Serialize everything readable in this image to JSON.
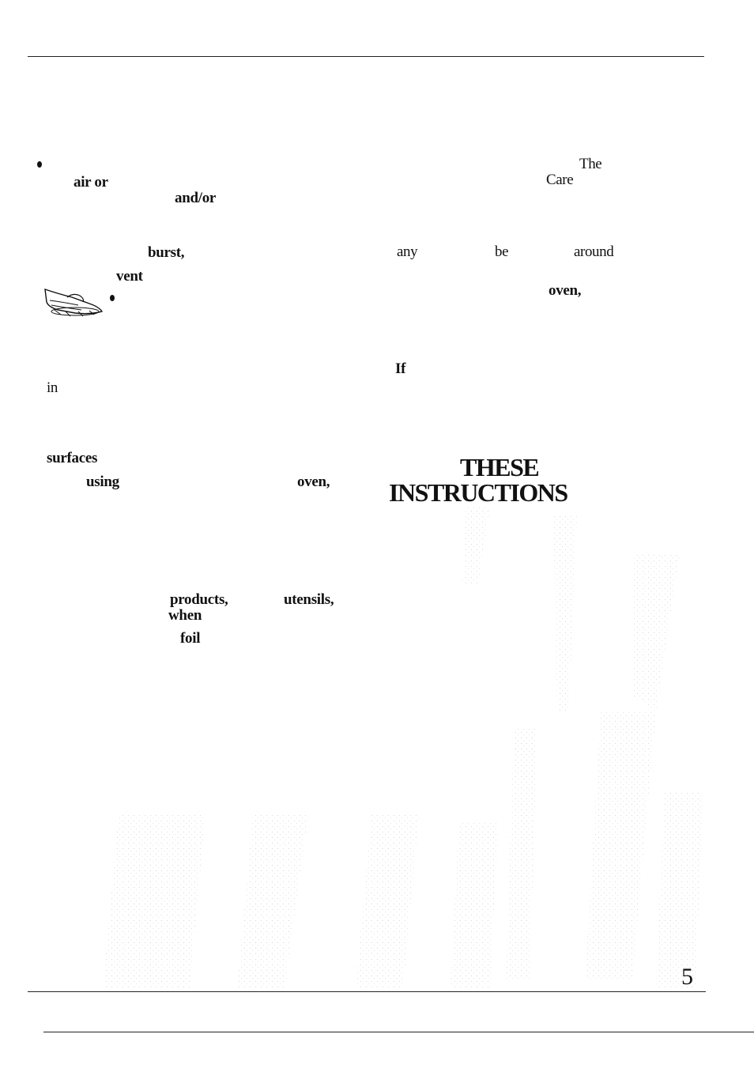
{
  "left_column": {
    "fragments": [
      "air or",
      "and/or",
      "burst,",
      "vent",
      "in",
      "surfaces",
      "using",
      "oven,",
      "products,",
      "utensils,",
      "when",
      "foil"
    ]
  },
  "right_column": {
    "fragments": [
      "The",
      "Care",
      "any",
      "be",
      "around",
      "oven,",
      "If"
    ]
  },
  "heading": {
    "line1": "THESE",
    "line2": "INSTRUCTIONS"
  },
  "footer": {
    "page_number": "5"
  },
  "illustration": {
    "icon": "hand-on-dish-icon"
  }
}
